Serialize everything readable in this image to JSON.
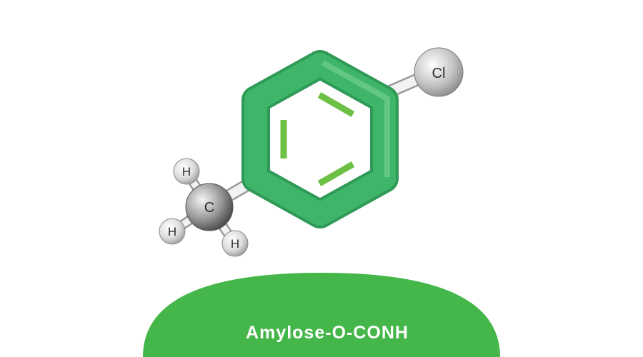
{
  "molecule": {
    "substituent_label": "Cl",
    "carbon_label": "C",
    "hydrogen_labels": [
      "H",
      "H",
      "H"
    ]
  },
  "support": {
    "label": "Amylose-O-CONH"
  },
  "colors": {
    "ring": "#3fb56a",
    "double_bond": "#6cc044",
    "support": "#45b649",
    "atom_gray": "#9a9a9a",
    "bond_gray": "#cfcfcf"
  }
}
